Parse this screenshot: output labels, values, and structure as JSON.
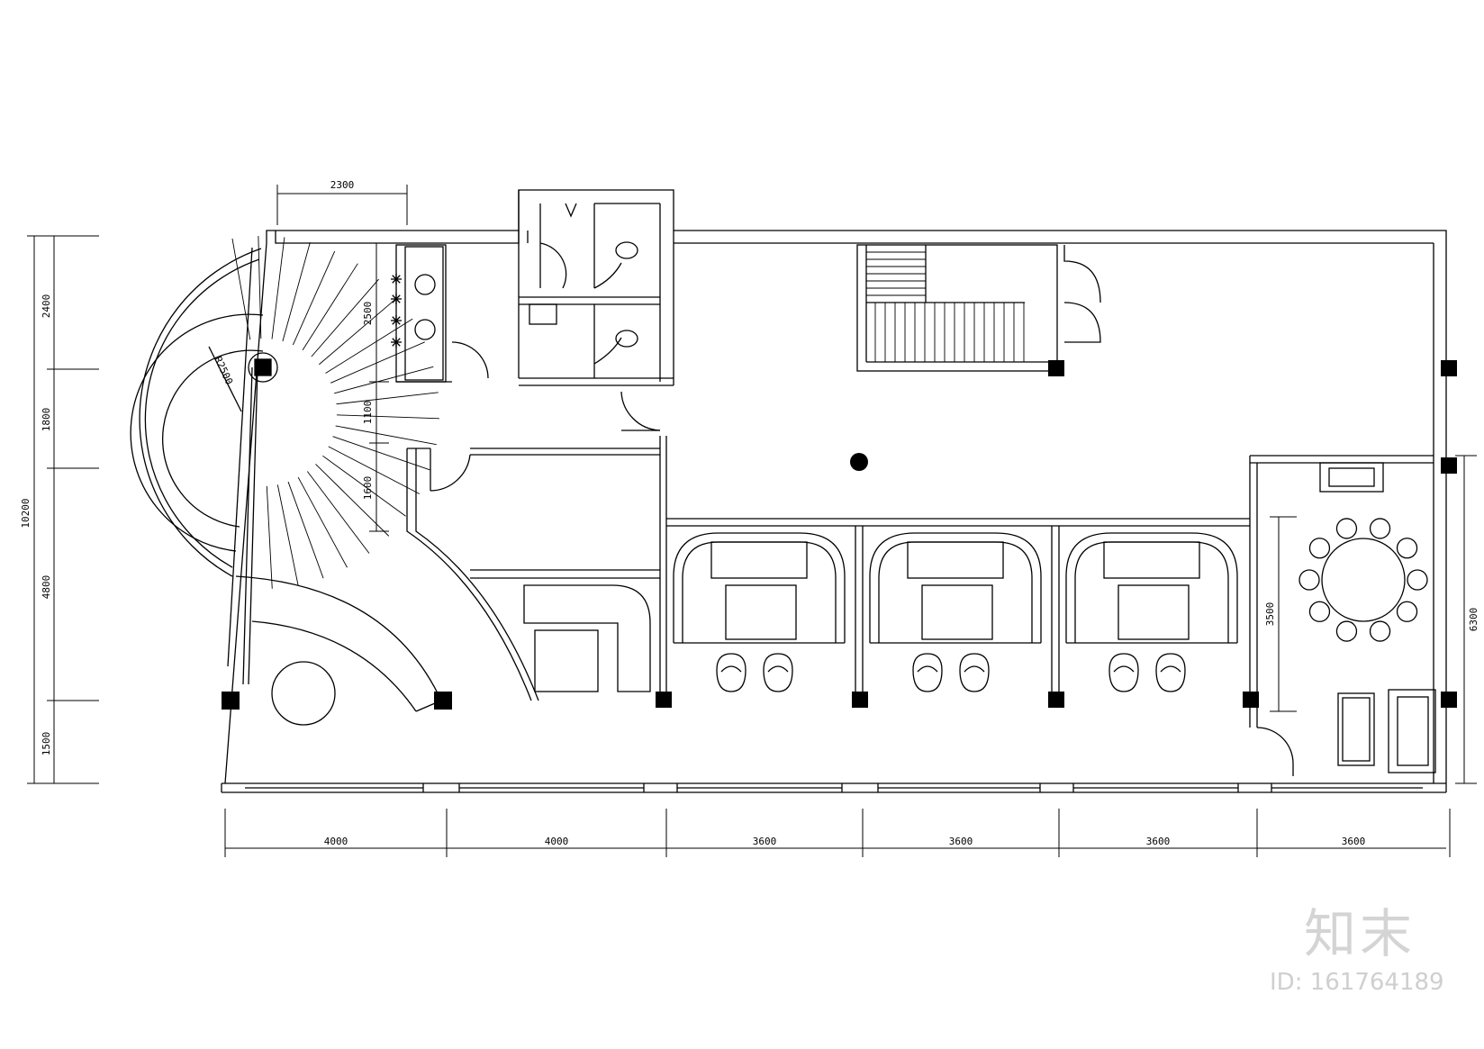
{
  "drawing": {
    "stair_radius_label": "R2500",
    "dims_left": [
      "2400",
      "1800",
      "4800",
      "1500"
    ],
    "dim_left_total": "10200",
    "dims_inner": [
      "2500",
      "1100",
      "1600"
    ],
    "dim_top": "2300",
    "dims_bottom": [
      "4000",
      "4000",
      "3600",
      "3600",
      "3600",
      "3600"
    ],
    "dims_right": [
      "3500",
      "6300"
    ]
  },
  "watermark": {
    "logo": "知末",
    "id": "ID: 161764189"
  },
  "colors": {
    "line": "#000000",
    "background": "#ffffff",
    "watermark": "#d0d0d0"
  }
}
